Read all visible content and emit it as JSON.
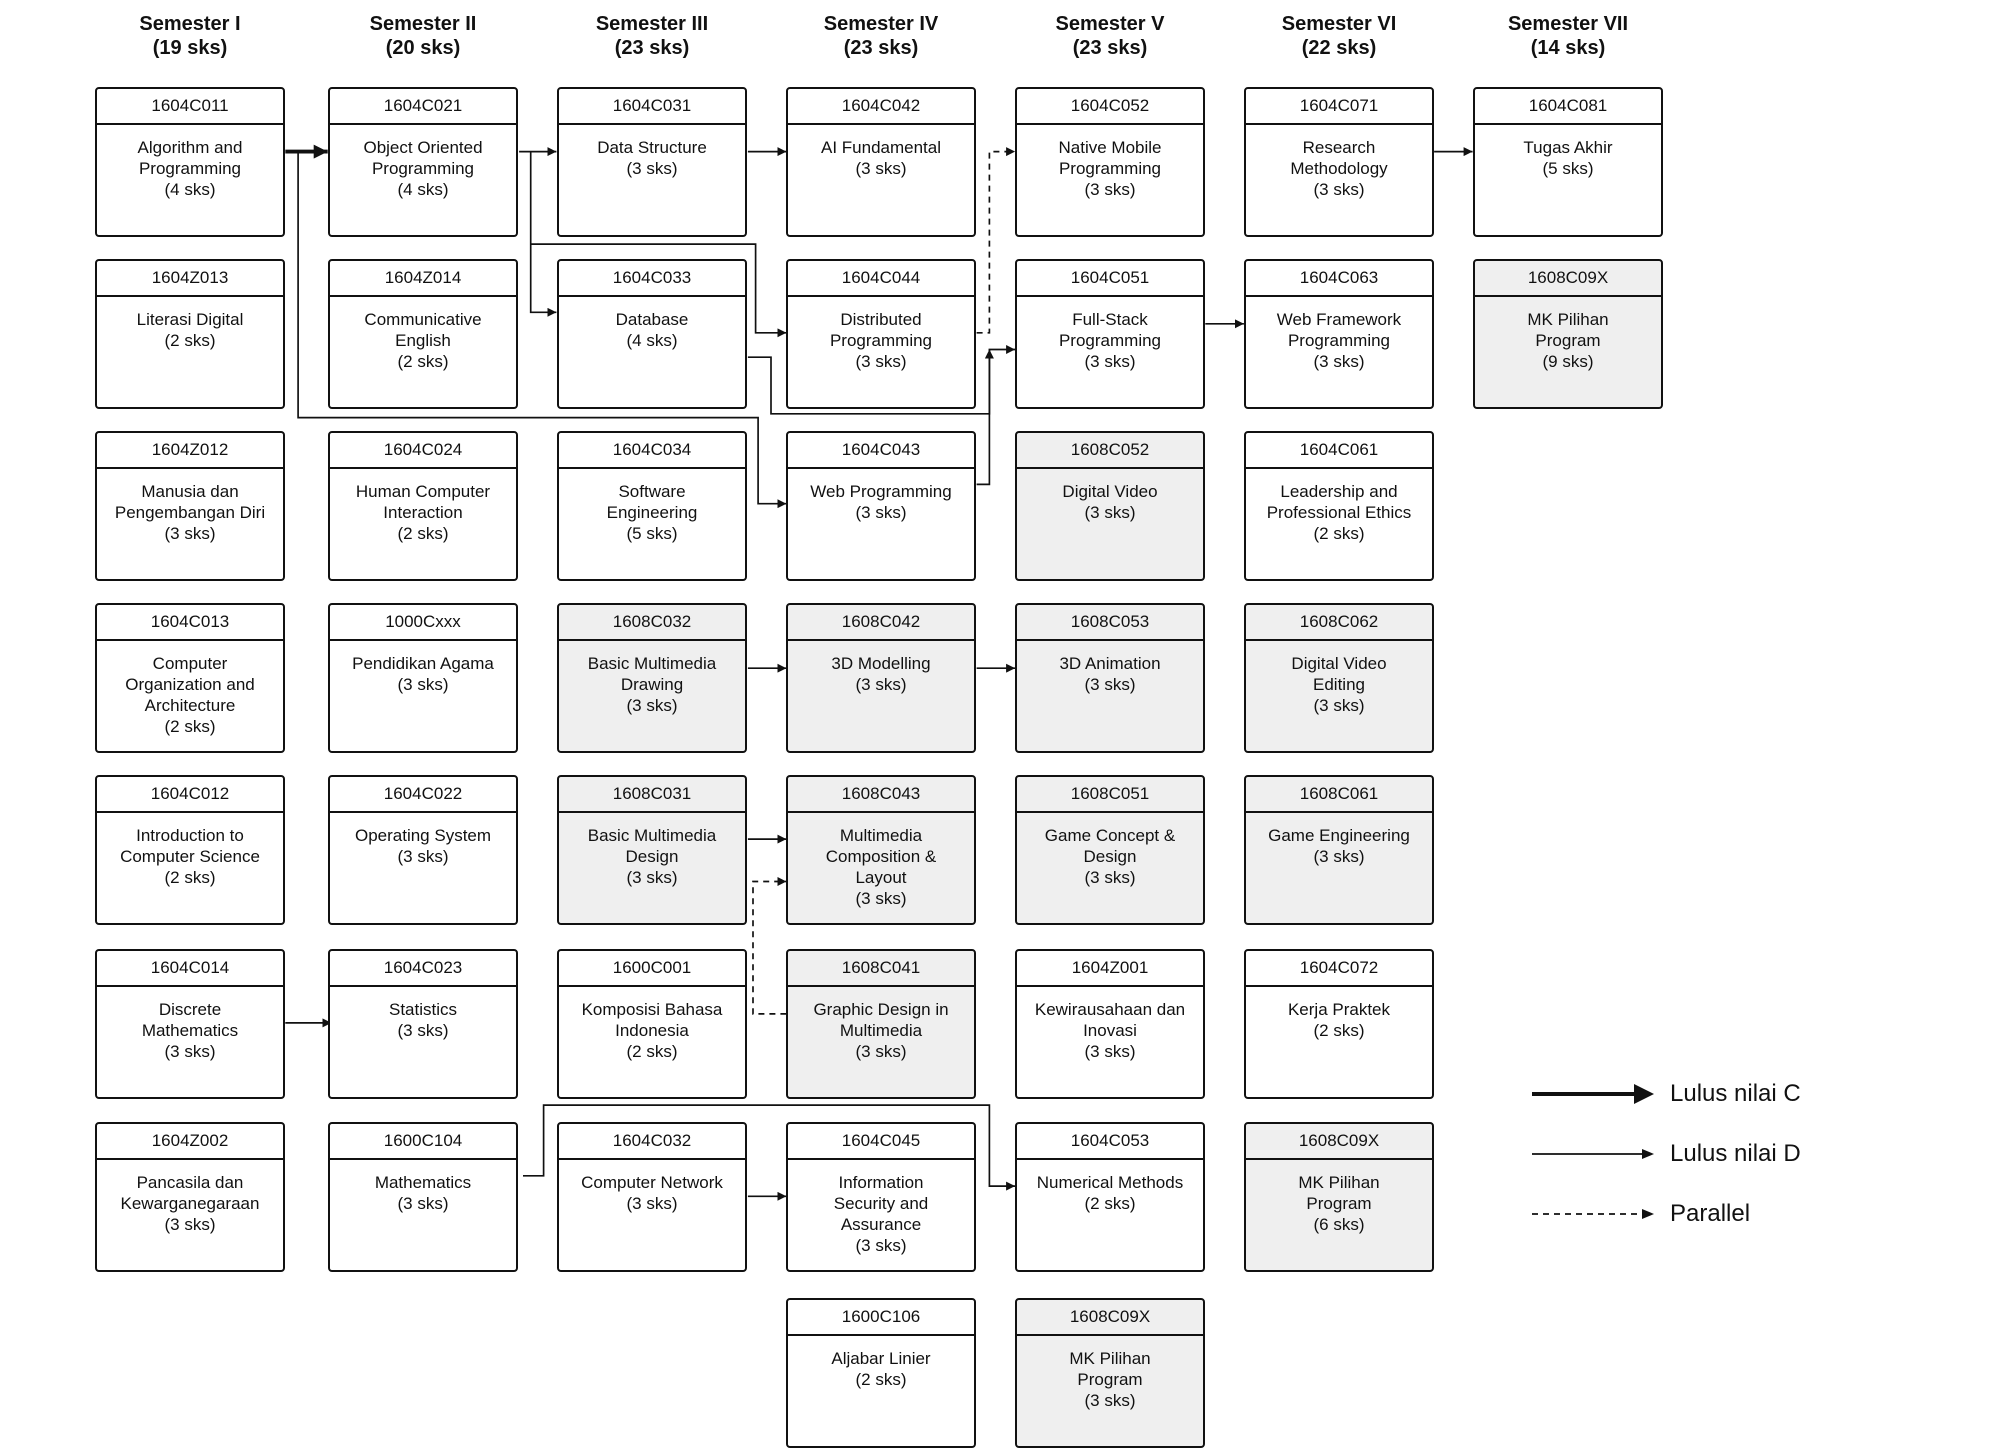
{
  "semesters": [
    {
      "name": "Semester I",
      "sks": "(19 sks)"
    },
    {
      "name": "Semester II",
      "sks": "(20 sks)"
    },
    {
      "name": "Semester III",
      "sks": "(23 sks)"
    },
    {
      "name": "Semester IV",
      "sks": "(23 sks)"
    },
    {
      "name": "Semester V",
      "sks": "(23 sks)"
    },
    {
      "name": "Semester VI",
      "sks": "(22 sks)"
    },
    {
      "name": "Semester VII",
      "sks": "(14 sks)"
    }
  ],
  "courses": [
    {
      "id": "s1r1",
      "code": "1604C011",
      "title": "Algorithm and\nProgramming",
      "credit": "(4 sks)",
      "elective": false
    },
    {
      "id": "s1r2",
      "code": "1604Z013",
      "title": "Literasi Digital",
      "credit": "(2 sks)",
      "elective": false
    },
    {
      "id": "s1r3",
      "code": "1604Z012",
      "title": "Manusia dan\nPengembangan Diri",
      "credit": "(3 sks)",
      "elective": false
    },
    {
      "id": "s1r4",
      "code": "1604C013",
      "title": "Computer\nOrganization and\nArchitecture",
      "credit": "(2 sks)",
      "elective": false
    },
    {
      "id": "s1r5",
      "code": "1604C012",
      "title": "Introduction to\nComputer Science",
      "credit": "(2 sks)",
      "elective": false
    },
    {
      "id": "s1r6",
      "code": "1604C014",
      "title": "Discrete\nMathematics",
      "credit": "(3 sks)",
      "elective": false
    },
    {
      "id": "s1r7",
      "code": "1604Z002",
      "title": "Pancasila dan\nKewarganegaraan",
      "credit": "(3 sks)",
      "elective": false
    },
    {
      "id": "s2r1",
      "code": "1604C021",
      "title": "Object Oriented\nProgramming",
      "credit": "(4 sks)",
      "elective": false
    },
    {
      "id": "s2r2",
      "code": "1604Z014",
      "title": "Communicative\nEnglish",
      "credit": "(2 sks)",
      "elective": false
    },
    {
      "id": "s2r3",
      "code": "1604C024",
      "title": "Human Computer\nInteraction",
      "credit": "(2 sks)",
      "elective": false
    },
    {
      "id": "s2r4",
      "code": "1000Cxxx",
      "title": "Pendidikan Agama",
      "credit": "(3 sks)",
      "elective": false
    },
    {
      "id": "s2r5",
      "code": "1604C022",
      "title": "Operating System",
      "credit": "(3 sks)",
      "elective": false
    },
    {
      "id": "s2r6",
      "code": "1604C023",
      "title": "Statistics",
      "credit": "(3 sks)",
      "elective": false
    },
    {
      "id": "s2r7",
      "code": "1600C104",
      "title": "Mathematics",
      "credit": "(3 sks)",
      "elective": false
    },
    {
      "id": "s3r1",
      "code": "1604C031",
      "title": "Data Structure",
      "credit": "(3 sks)",
      "elective": false
    },
    {
      "id": "s3r2",
      "code": "1604C033",
      "title": "Database",
      "credit": "(4 sks)",
      "elective": false
    },
    {
      "id": "s3r3",
      "code": "1604C034",
      "title": "Software\nEngineering",
      "credit": "(5 sks)",
      "elective": false
    },
    {
      "id": "s3r4",
      "code": "1608C032",
      "title": "Basic Multimedia\nDrawing",
      "credit": "(3 sks)",
      "elective": true
    },
    {
      "id": "s3r5",
      "code": "1608C031",
      "title": "Basic Multimedia\nDesign",
      "credit": "(3 sks)",
      "elective": true
    },
    {
      "id": "s3r6",
      "code": "1600C001",
      "title": "Komposisi Bahasa\nIndonesia",
      "credit": "(2 sks)",
      "elective": false
    },
    {
      "id": "s3r7",
      "code": "1604C032",
      "title": "Computer Network",
      "credit": "(3 sks)",
      "elective": false
    },
    {
      "id": "s4r1",
      "code": "1604C042",
      "title": "AI Fundamental",
      "credit": "(3 sks)",
      "elective": false
    },
    {
      "id": "s4r2",
      "code": "1604C044",
      "title": "Distributed\nProgramming",
      "credit": "(3 sks)",
      "elective": false
    },
    {
      "id": "s4r3",
      "code": "1604C043",
      "title": "Web Programming",
      "credit": "(3 sks)",
      "elective": false
    },
    {
      "id": "s4r4",
      "code": "1608C042",
      "title": "3D Modelling",
      "credit": "(3 sks)",
      "elective": true
    },
    {
      "id": "s4r5",
      "code": "1608C043",
      "title": "Multimedia\nComposition &\nLayout",
      "credit": "(3 sks)",
      "elective": true
    },
    {
      "id": "s4r6",
      "code": "1608C041",
      "title": "Graphic Design in\nMultimedia",
      "credit": "(3 sks)",
      "elective": true
    },
    {
      "id": "s4r7",
      "code": "1604C045",
      "title": "Information\nSecurity and\nAssurance",
      "credit": "(3 sks)",
      "elective": false
    },
    {
      "id": "s4r8",
      "code": "1600C106",
      "title": "Aljabar Linier",
      "credit": "(2 sks)",
      "elective": false
    },
    {
      "id": "s5r1",
      "code": "1604C052",
      "title": "Native Mobile\nProgramming",
      "credit": "(3 sks)",
      "elective": false
    },
    {
      "id": "s5r2",
      "code": "1604C051",
      "title": "Full-Stack\nProgramming",
      "credit": "(3 sks)",
      "elective": false
    },
    {
      "id": "s5r3",
      "code": "1608C052",
      "title": "Digital Video",
      "credit": "(3 sks)",
      "elective": true
    },
    {
      "id": "s5r4",
      "code": "1608C053",
      "title": "3D Animation",
      "credit": "(3 sks)",
      "elective": true
    },
    {
      "id": "s5r5",
      "code": "1608C051",
      "title": "Game Concept &\nDesign",
      "credit": "(3 sks)",
      "elective": true
    },
    {
      "id": "s5r6",
      "code": "1604Z001",
      "title": "Kewirausahaan dan\nInovasi",
      "credit": "(3 sks)",
      "elective": false
    },
    {
      "id": "s5r7",
      "code": "1604C053",
      "title": "Numerical Methods",
      "credit": "(2 sks)",
      "elective": false
    },
    {
      "id": "s5r8",
      "code": "1608C09X",
      "title": "MK Pilihan\nProgram",
      "credit": "(3 sks)",
      "elective": true
    },
    {
      "id": "s6r1",
      "code": "1604C071",
      "title": "Research\nMethodology",
      "credit": "(3 sks)",
      "elective": false
    },
    {
      "id": "s6r2",
      "code": "1604C063",
      "title": "Web Framework\nProgramming",
      "credit": "(3 sks)",
      "elective": false
    },
    {
      "id": "s6r3",
      "code": "1604C061",
      "title": "Leadership and\nProfessional Ethics",
      "credit": "(2 sks)",
      "elective": false
    },
    {
      "id": "s6r4",
      "code": "1608C062",
      "title": "Digital Video\nEditing",
      "credit": "(3 sks)",
      "elective": true
    },
    {
      "id": "s6r5",
      "code": "1608C061",
      "title": "Game Engineering",
      "credit": "(3 sks)",
      "elective": true
    },
    {
      "id": "s6r6",
      "code": "1604C072",
      "title": "Kerja Praktek",
      "credit": "(2 sks)",
      "elective": false
    },
    {
      "id": "s6r7",
      "code": "1608C09X",
      "title": "MK Pilihan\nProgram",
      "credit": "(6 sks)",
      "elective": true
    },
    {
      "id": "s7r1",
      "code": "1604C081",
      "title": "Tugas Akhir",
      "credit": "(5 sks)",
      "elective": false
    },
    {
      "id": "s7r2",
      "code": "1608C09X",
      "title": "MK Pilihan\nProgram",
      "credit": "(9 sks)",
      "elective": true
    }
  ],
  "legend": [
    {
      "type": "thick",
      "label": "Lulus nilai C"
    },
    {
      "type": "thin",
      "label": "Lulus nilai D"
    },
    {
      "type": "dashed",
      "label": "Parallel"
    }
  ],
  "colors": {
    "line": "#111111",
    "box_border": "#111111",
    "required_fill": "#ffffff",
    "elective_fill": "#efefef"
  }
}
